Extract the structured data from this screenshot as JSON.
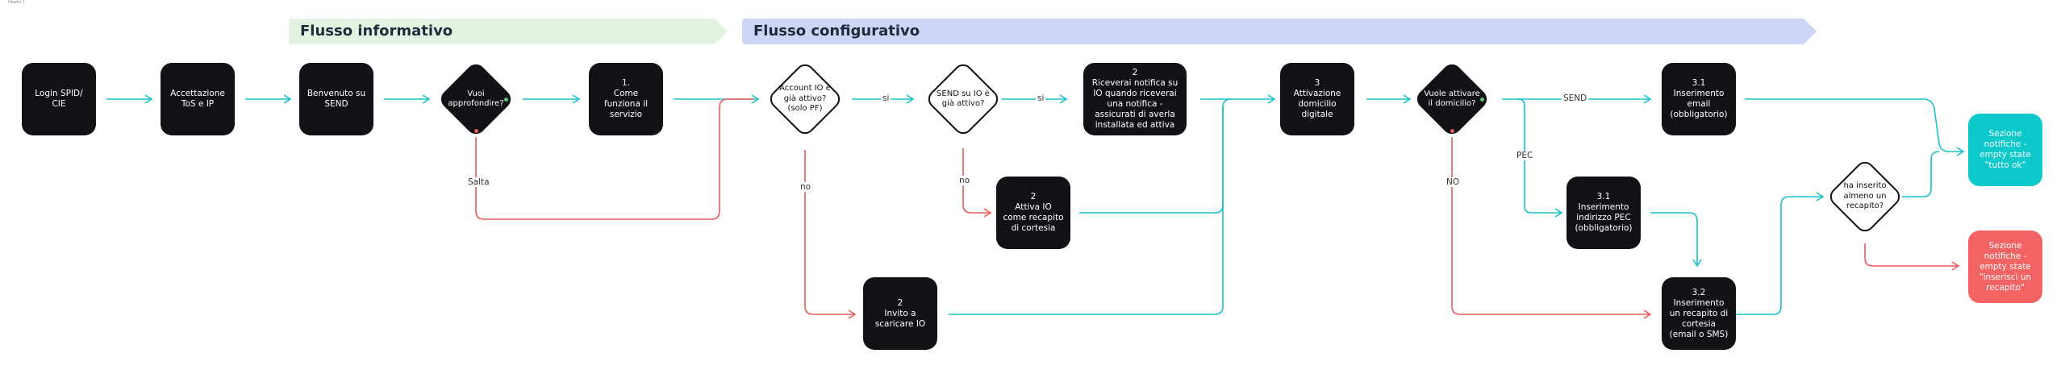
{
  "corner_note": "Header 1",
  "colors": {
    "teal": "#19c2c9",
    "red": "#ee5c5c",
    "green_banner": "#e2f4e1",
    "blue_banner": "#cdd6f6",
    "node": "#111215",
    "ok_terminal": "#0ec9cb",
    "warn_terminal": "#f26464"
  },
  "banners": {
    "informativo": "Flusso informativo",
    "configurativo": "Flusso configurativo"
  },
  "nodes": {
    "login": "Login SPID/\nCIE",
    "tos": "Accettazione\nToS e IP",
    "benvenuto": "Benvenuto su\nSEND",
    "come_funziona": "1.\nCome\nfunziona il\nservizio",
    "ricevera_notifica": "2\nRiceverai notifica su\nIO quando riceverai\nuna notifica -\nassicurati di averla\ninstallata ed attiva",
    "attiva_io": "2\nAttiva IO\ncome recapito\ndi cortesia",
    "invito_io": "2\nInvito a\nscaricare IO",
    "domicilio": "3\nAttivazione\ndomicilio\ndigitale",
    "email": "3.1\nInserimento\nemail\n(obbligatorio)",
    "pec": "3.1\nInserimento\nindirizzo PEC\n(obbligatorio)",
    "recapito": "3.2\nInserimento\nun recapito di\ncortesia\n(email o SMS)"
  },
  "decisions": {
    "approfondire": "Vuoi\napprofondire?",
    "account_io": "Account IO è\ngià attivo?\n(solo PF)",
    "send_io": "SEND su IO è\ngià attivo?",
    "vuole_domicilio": "Vuole attivare\nil domicilio?",
    "almeno_recapito": "ha inserito\nalmeno un\nrecapito?"
  },
  "terminals": {
    "ok": "Sezione\nnotifiche -\nempty state\n\"tutto ok\"",
    "warn": "Sezione\nnotifiche -\nempty state\n\"inserisci un\nrecapito\""
  },
  "edge_labels": {
    "salta": "Salta",
    "si_1": "si",
    "si_2": "si",
    "no_1": "no",
    "no_2": "no",
    "send": "SEND",
    "pec": "PEC",
    "no_caps": "NO"
  }
}
